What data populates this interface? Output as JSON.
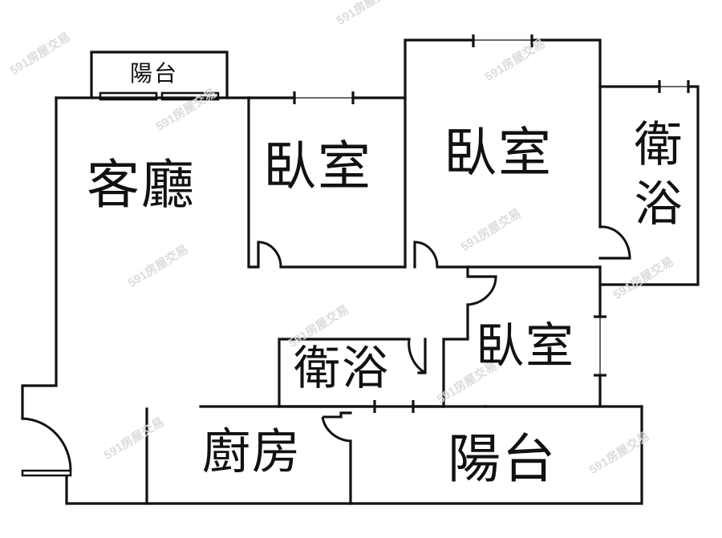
{
  "floor_plan": {
    "rooms": [
      {
        "id": "balcony_top",
        "label": "陽台"
      },
      {
        "id": "living_room",
        "label": "客廳"
      },
      {
        "id": "bedroom_1",
        "label": "臥室"
      },
      {
        "id": "bedroom_2",
        "label": "臥室"
      },
      {
        "id": "bathroom_1",
        "label": "衛浴"
      },
      {
        "id": "bedroom_3",
        "label": "臥室"
      },
      {
        "id": "bathroom_2",
        "label": "衛浴"
      },
      {
        "id": "kitchen",
        "label": "廚房"
      },
      {
        "id": "balcony_bottom",
        "label": "陽台"
      }
    ],
    "watermark": "591房屋交易",
    "colors": {
      "wall": "#111111",
      "background": "#ffffff",
      "watermark": "#d9d9d9"
    }
  }
}
